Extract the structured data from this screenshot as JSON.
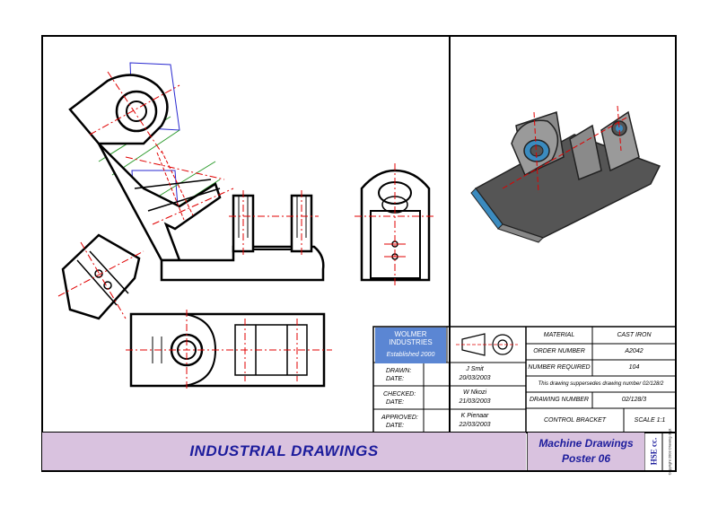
{
  "company": {
    "name": "WOLMER INDUSTRIES",
    "established": "Established 2000"
  },
  "approvals": [
    {
      "label": "DRAWN:",
      "date_label": "DATE:",
      "name": "J Smit",
      "date": "20/03/2003"
    },
    {
      "label": "CHECKED:",
      "date_label": "DATE:",
      "name": "W Nkozi",
      "date": "21/03/2003"
    },
    {
      "label": "APPROVED:",
      "date_label": "DATE:",
      "name": "K Pienaar",
      "date": "22/03/2003"
    }
  ],
  "specs": {
    "material_label": "MATERIAL",
    "material": "CAST IRON",
    "order_label": "ORDER NUMBER",
    "order": "A2042",
    "qty_label": "NUMBER REQUIRED",
    "qty": "104",
    "supersedes": "This drawing suppersedes drawing number 02/128/2",
    "drawing_label": "DRAWING NUMBER",
    "drawing": "02/128/3",
    "part": "CONTROL BRACKET",
    "scale": "SCALE 1:1"
  },
  "footer": {
    "title": "INDUSTRIAL DRAWINGS",
    "poster_line1": "Machine Drawings",
    "poster_line2": "Poster 06",
    "logo": "HSE cc.",
    "fine_print": "Copyright 2003 Drawing dept"
  },
  "colors": {
    "border": "#000000",
    "centerline": "#e00000",
    "banner": "#d9c2df",
    "company_box": "#5b86d3",
    "projection_blue": "#2a2ad0",
    "projection_green": "#2a9a2a",
    "title_text": "#1c1c9c"
  }
}
